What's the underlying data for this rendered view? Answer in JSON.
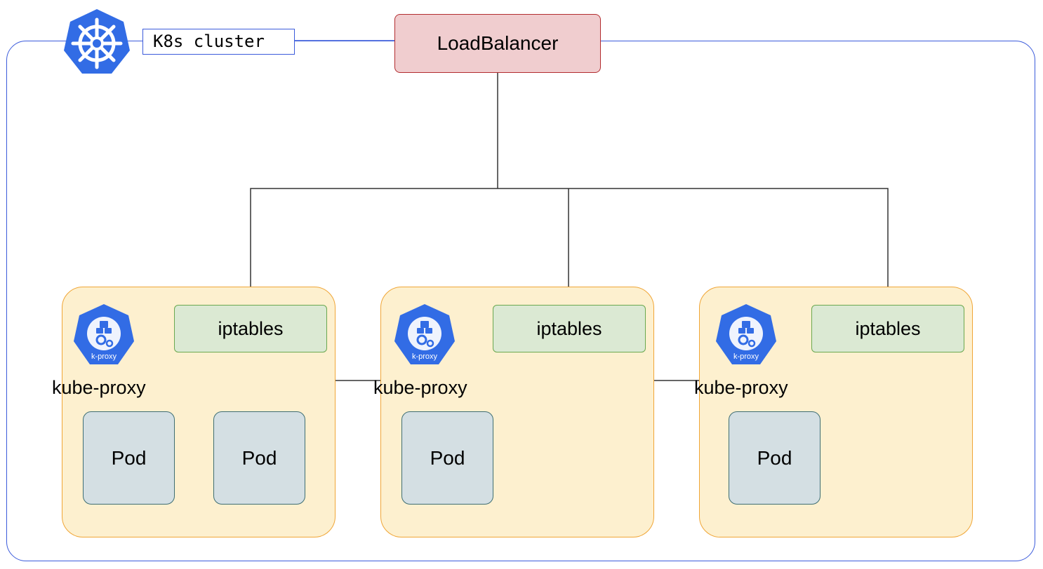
{
  "cluster": {
    "label": "K8s cluster",
    "icon": "kubernetes-helm-icon"
  },
  "load_balancer": {
    "label": "LoadBalancer"
  },
  "nodes": [
    {
      "proxy_label": "kube-proxy",
      "proxy_icon_text": "k-proxy",
      "iptables_label": "iptables",
      "pods": [
        "Pod",
        "Pod"
      ]
    },
    {
      "proxy_label": "kube-proxy",
      "proxy_icon_text": "k-proxy",
      "iptables_label": "iptables",
      "pods": [
        "Pod"
      ]
    },
    {
      "proxy_label": "kube-proxy",
      "proxy_icon_text": "k-proxy",
      "iptables_label": "iptables",
      "pods": [
        "Pod"
      ]
    }
  ],
  "colors": {
    "cluster_border": "#3b5bdb",
    "lb_fill": "#f0cdcf",
    "lb_border": "#b22c2f",
    "node_fill": "#fdf0cf",
    "node_border": "#f0a637",
    "iptables_fill": "#dbe9d3",
    "iptables_border": "#6aa84f",
    "pod_fill": "#d4dfe3",
    "pod_border": "#3e6e73",
    "k8s_blue": "#326ce5"
  }
}
